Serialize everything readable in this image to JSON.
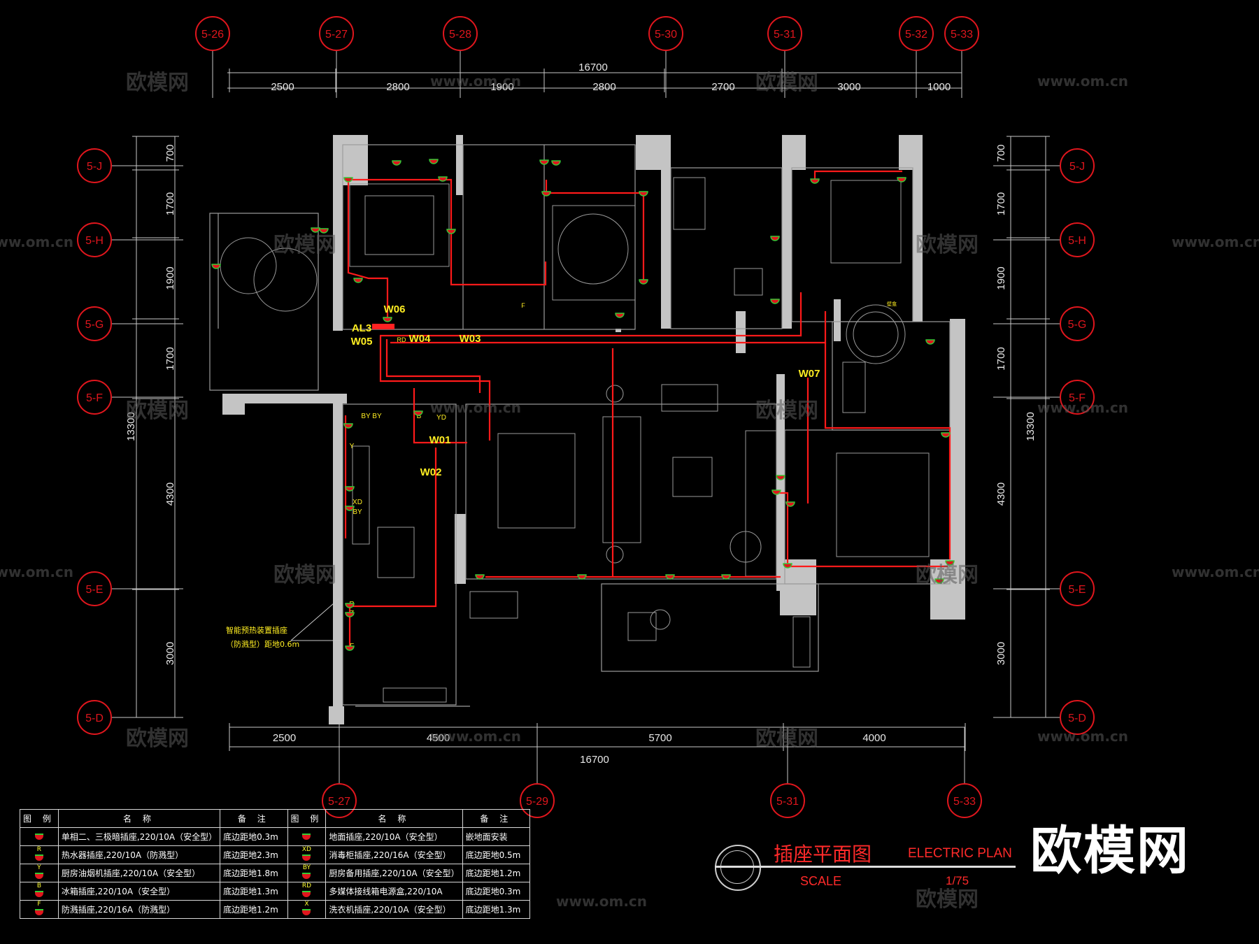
{
  "overall_dim": "16700",
  "top_dims": [
    "2500",
    "2800",
    "1900",
    "2800",
    "2700",
    "3000",
    "1000"
  ],
  "bottom_dims": [
    "2500",
    "4500",
    "5700",
    "4000"
  ],
  "left_dims": [
    "700",
    "1700",
    "1900",
    "1700",
    "4300",
    "3000"
  ],
  "right_dims": [
    "700",
    "1700",
    "1900",
    "1700",
    "4300",
    "3000"
  ],
  "side_total": "13300",
  "top_axes": [
    "5-26",
    "5-27",
    "5-28",
    "5-30",
    "5-31",
    "5-32",
    "5-33"
  ],
  "bottom_axes": [
    "5-27",
    "5-29",
    "5-31",
    "5-33"
  ],
  "row_axes": [
    "5-J",
    "5-H",
    "5-G",
    "5-F",
    "5-E",
    "5-D"
  ],
  "circuits": [
    "AL3",
    "W05",
    "W06",
    "W04",
    "W03",
    "W01",
    "W02",
    "W07"
  ],
  "panel_rd": "RD",
  "kitchen_tags": [
    "BY BY",
    "B",
    "YD",
    "Y",
    "XD",
    "BY",
    "R",
    "Z",
    "F"
  ],
  "small_tags": [
    "F",
    "壁龛"
  ],
  "callout": {
    "line1": "智能预热装置插座",
    "line2": "（防溅型）距地0.6m"
  },
  "legend": {
    "headers": [
      "图 例",
      "名 称",
      "备 注",
      "图 例",
      "名 称",
      "备 注"
    ],
    "rows": [
      {
        "c1": "",
        "n1": "单相二、三极暗插座,220/10A（安全型）",
        "r1": "底边距地0.3m",
        "c2": "",
        "n2": "地面插座,220/10A（安全型）",
        "r2": "嵌地面安装"
      },
      {
        "c1": "R",
        "n1": "热水器插座,220/10A（防溅型）",
        "r1": "底边距地2.3m",
        "c2": "XD",
        "n2": "消毒柜插座,220/16A（安全型）",
        "r2": "底边距地0.5m"
      },
      {
        "c1": "Y",
        "n1": "厨房油烟机插座,220/10A（安全型）",
        "r1": "底边距地1.8m",
        "c2": "BY",
        "n2": "厨房备用插座,220/10A（安全型）",
        "r2": "底边距地1.2m"
      },
      {
        "c1": "B",
        "n1": "冰箱插座,220/10A（安全型）",
        "r1": "底边距地1.3m",
        "c2": "RD",
        "n2": "多媒体接线箱电源盒,220/10A",
        "r2": "底边距地0.3m"
      },
      {
        "c1": "F",
        "n1": "防溅插座,220/16A（防溅型）",
        "r1": "底边距地1.2m",
        "c2": "X",
        "n2": "洗衣机插座,220/10A（安全型）",
        "r2": "底边距地1.3m"
      }
    ]
  },
  "title": {
    "cn": "插座平面图",
    "en": "ELECTRIC PLAN",
    "scale_label": "SCALE",
    "scale": "1/75"
  },
  "brand": "欧模网",
  "watermarks": [
    "欧模网",
    "www.om.cn"
  ],
  "colors": {
    "wire": "#ff1a1a",
    "wall": "#bdbdbd",
    "dim": "#c8c8c8",
    "axis": "#e0161d",
    "tag": "#ffee22",
    "furniture": "#9a9a9a"
  }
}
